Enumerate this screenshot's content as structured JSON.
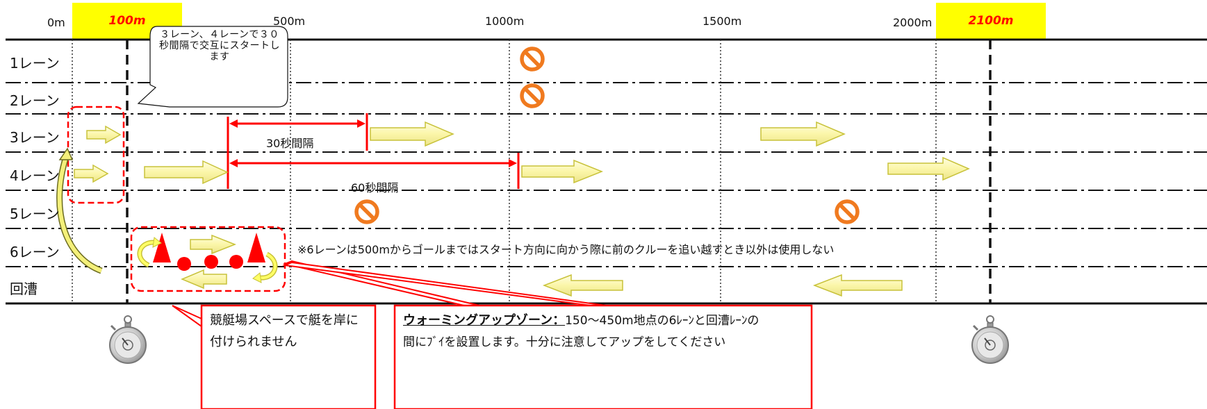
{
  "distance_axis": {
    "labels": [
      "0m",
      "500m",
      "1000m",
      "1500m",
      "2000m"
    ],
    "highlights": [
      "100m",
      "2100m"
    ],
    "highlight_color": "#ffff00",
    "highlight_text_color": "#ff0000"
  },
  "lanes": [
    "1レーン",
    "2レーン",
    "3レーン",
    "4レーン",
    "5レーン",
    "6レーン",
    "回漕"
  ],
  "annotations": {
    "interval_30": "30秒間隔",
    "interval_60": "60秒間隔",
    "lane6_note": "※6レーンは500mからゴールまではスタート方向に向かう際に前のクルーを追い越すとき以外は使用しない"
  },
  "callouts": {
    "start_bubble": "３レーン、４レーンで３０秒間隔で交互にスタートします",
    "dock_box": "競艇場スペースで艇を岸に付けられません",
    "warmup_title": "ウォーミングアップゾーン：",
    "warmup_body_1": "150〜450m地点の6ﾚｰﾝと回漕ﾚｰﾝの",
    "warmup_body_2": "間にﾌﾞｲを設置します。十分に注意してアップをしてください"
  },
  "icons": {
    "no_entry": "no-entry-icon",
    "stopwatch": "stopwatch-icon",
    "arrow": "block-arrow-icon",
    "buoy": "buoy-icon",
    "cone": "marker-cone-icon"
  },
  "colors": {
    "accent_red": "#ff0000",
    "arrow_fill": "#fbf6a8",
    "arrow_stroke": "#c8c23a",
    "no_entry": "#f07a1f"
  }
}
